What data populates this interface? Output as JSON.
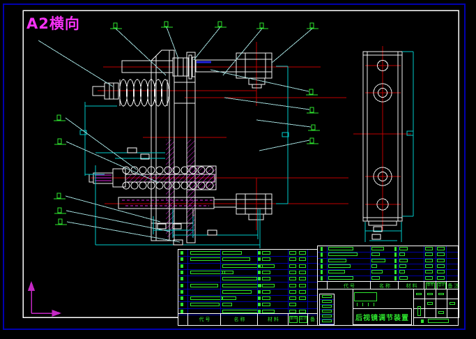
{
  "sheet": {
    "format_label": "A2横向"
  },
  "colors": {
    "background": "#000000",
    "outer_border": "#0000b0",
    "frame": "#ffffff",
    "geometry": "#f2f2f2",
    "centerline": "#c00000",
    "hatch": "#dd22dd",
    "dimension": "#00cccc",
    "leader": "#9fd8d8",
    "annotation_green": "#2ee62e",
    "sheet_label_magenta": "#f531f5"
  },
  "bom": {
    "headers": {
      "code": "代  号",
      "name": "名  称",
      "material": "材  料",
      "unit": "单件",
      "total": "总计",
      "remark": "备 注"
    },
    "left_rows": [
      {
        "sq": 1,
        "code": 44,
        "name": 28,
        "sq2": 1,
        "small": 12,
        "b1": 1,
        "b2": 1
      },
      {
        "sq": 1,
        "code": 44,
        "name": 40,
        "sq2": 1,
        "small": 12,
        "b1": 1,
        "b2": 1
      },
      {
        "sq": 1,
        "code": 0,
        "name": 58,
        "sq2": 1,
        "small": 18,
        "b1": 1,
        "b2": 1
      },
      {
        "sq": 1,
        "code": 50,
        "name": 16,
        "sq2": 1,
        "small": 12,
        "b1": 1,
        "b2": 1
      },
      {
        "sq": 1,
        "code": 0,
        "name": 50,
        "sq2": 1,
        "small": 12,
        "b1": 1,
        "b2": 1
      },
      {
        "sq": 1,
        "code": 40,
        "name": 56,
        "sq2": 1,
        "small": 18,
        "b1": 1,
        "b2": 1
      },
      {
        "sq": 1,
        "code": 0,
        "name": 42,
        "sq2": 1,
        "small": 12,
        "b1": 1,
        "b2": 1
      },
      {
        "sq": 1,
        "code": 46,
        "name": 20,
        "sq2": 1,
        "small": 12,
        "b1": 1,
        "b2": 1
      },
      {
        "sq": 1,
        "code": 42,
        "name": 14,
        "sq2": 1,
        "small": 12,
        "b1": 1,
        "b2": 0
      },
      {
        "sq": 1,
        "code": 0,
        "name": 52,
        "sq2": 1,
        "small": 18,
        "b1": 1,
        "b2": 1
      }
    ],
    "right_rows": [
      {
        "qty": 1,
        "n1": 36,
        "n2": 18,
        "tick": 1,
        "small": 12,
        "b1": 1,
        "b2": 1
      },
      {
        "qty": 1,
        "n1": 42,
        "n2": 12,
        "tick": 1,
        "small": 8,
        "b1": 1,
        "b2": 1
      },
      {
        "qty": 1,
        "n1": 26,
        "n2": 20,
        "tick": 1,
        "small": 12,
        "b1": 1,
        "b2": 1
      },
      {
        "qty": 1,
        "n1": 32,
        "n2": 8,
        "tick": 1,
        "small": 10,
        "b1": 1,
        "b2": 1
      },
      {
        "qty": 1,
        "n1": 24,
        "n2": 16,
        "tick": 1,
        "small": 8,
        "b1": 1,
        "b2": 1
      },
      {
        "qty": 1,
        "n1": 36,
        "n2": 12,
        "tick": 1,
        "small": 12,
        "b1": 1,
        "b2": 1
      }
    ]
  },
  "title_block": {
    "drawing_title": "后视镜调节装置"
  }
}
